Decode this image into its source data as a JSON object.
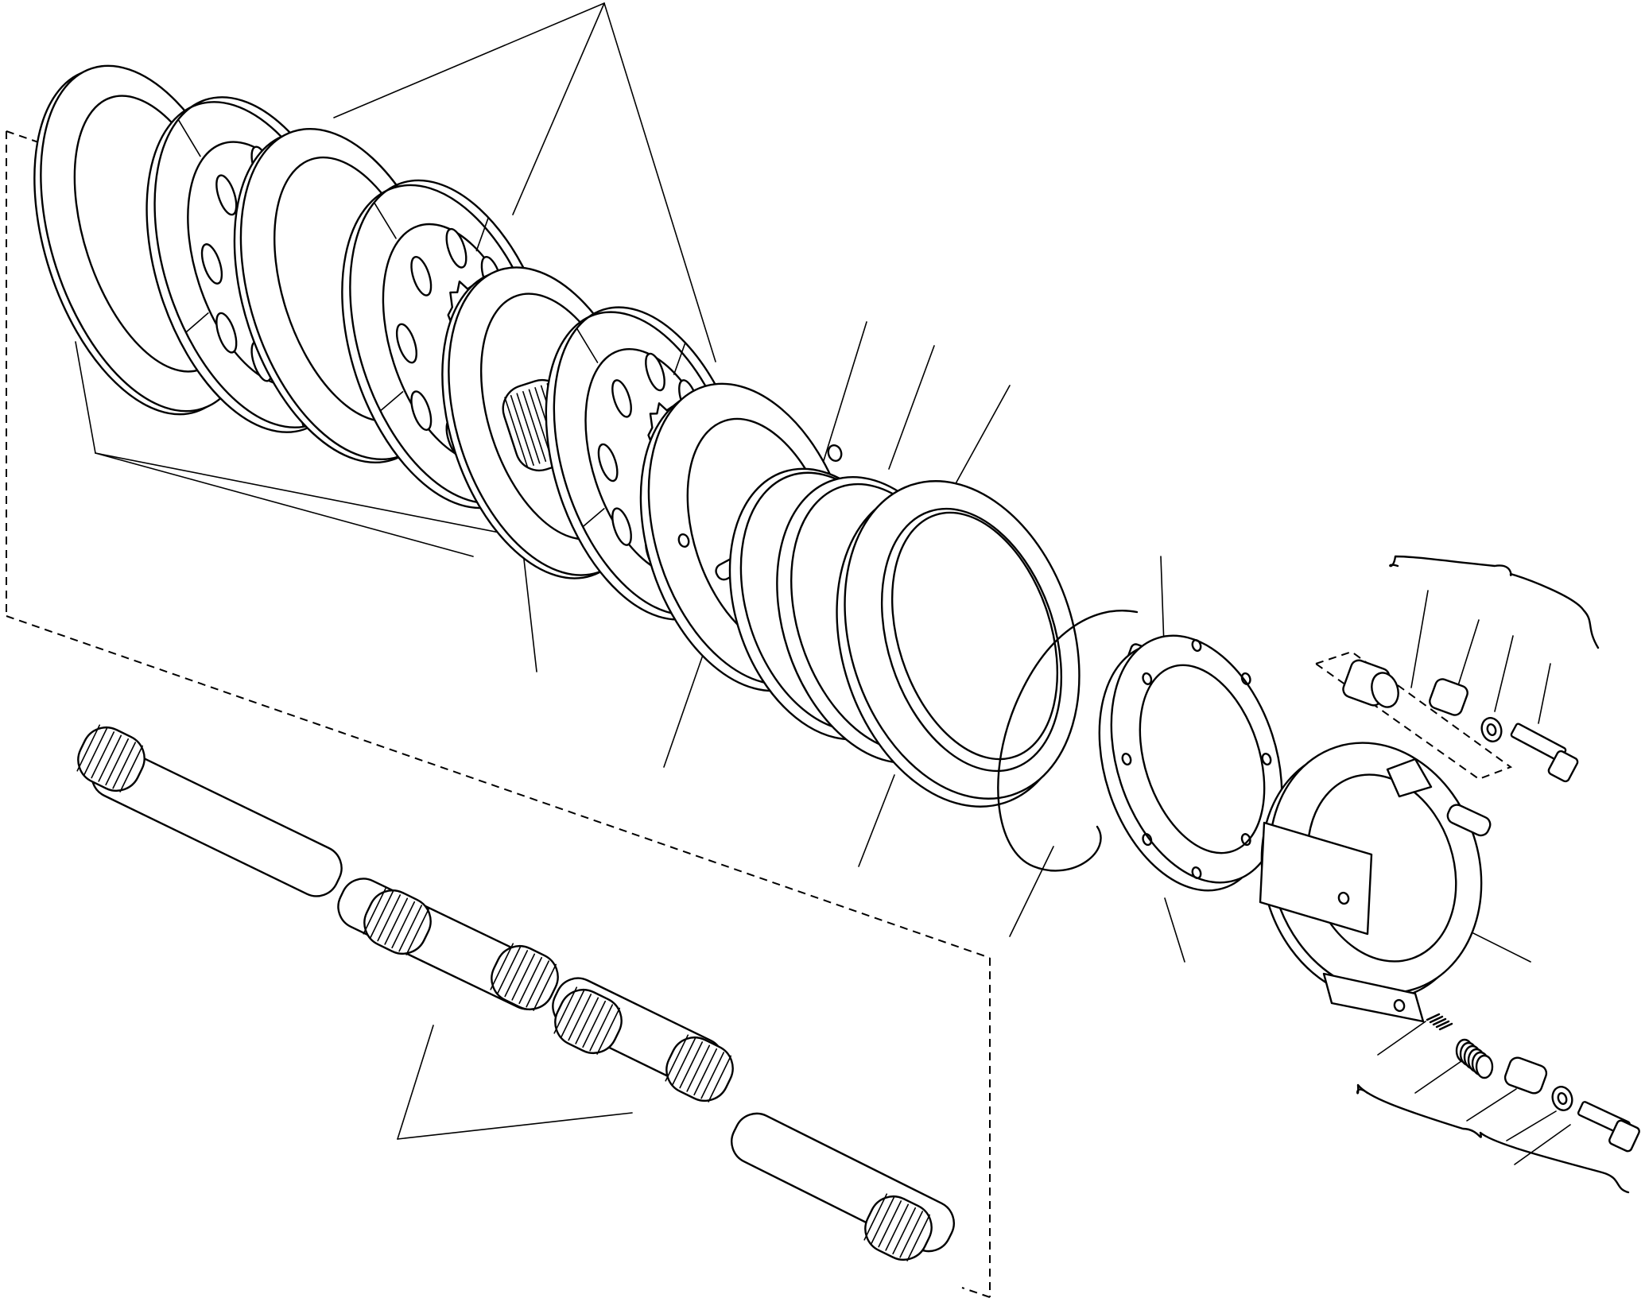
{
  "figure": {
    "kind": "exploded-parts-drawing",
    "printed_text": [],
    "ink_color": "#000000",
    "background_color": "#ffffff"
  },
  "components": {
    "friction_discs": 3,
    "steel_separator_plates": 4,
    "splined_hub": 1,
    "dowel_pin": 1,
    "o_rings": 2,
    "piston_ring": 1,
    "bleed_line": 1,
    "retainer_plate": 1,
    "brake_housing": 1,
    "upper_fastener_group": [
      "bushing",
      "sleeve",
      "washer",
      "bolt"
    ],
    "lower_fastener_group": [
      "spring",
      "spring",
      "bushing",
      "washer",
      "bolt"
    ],
    "axle_shaft": 1
  }
}
